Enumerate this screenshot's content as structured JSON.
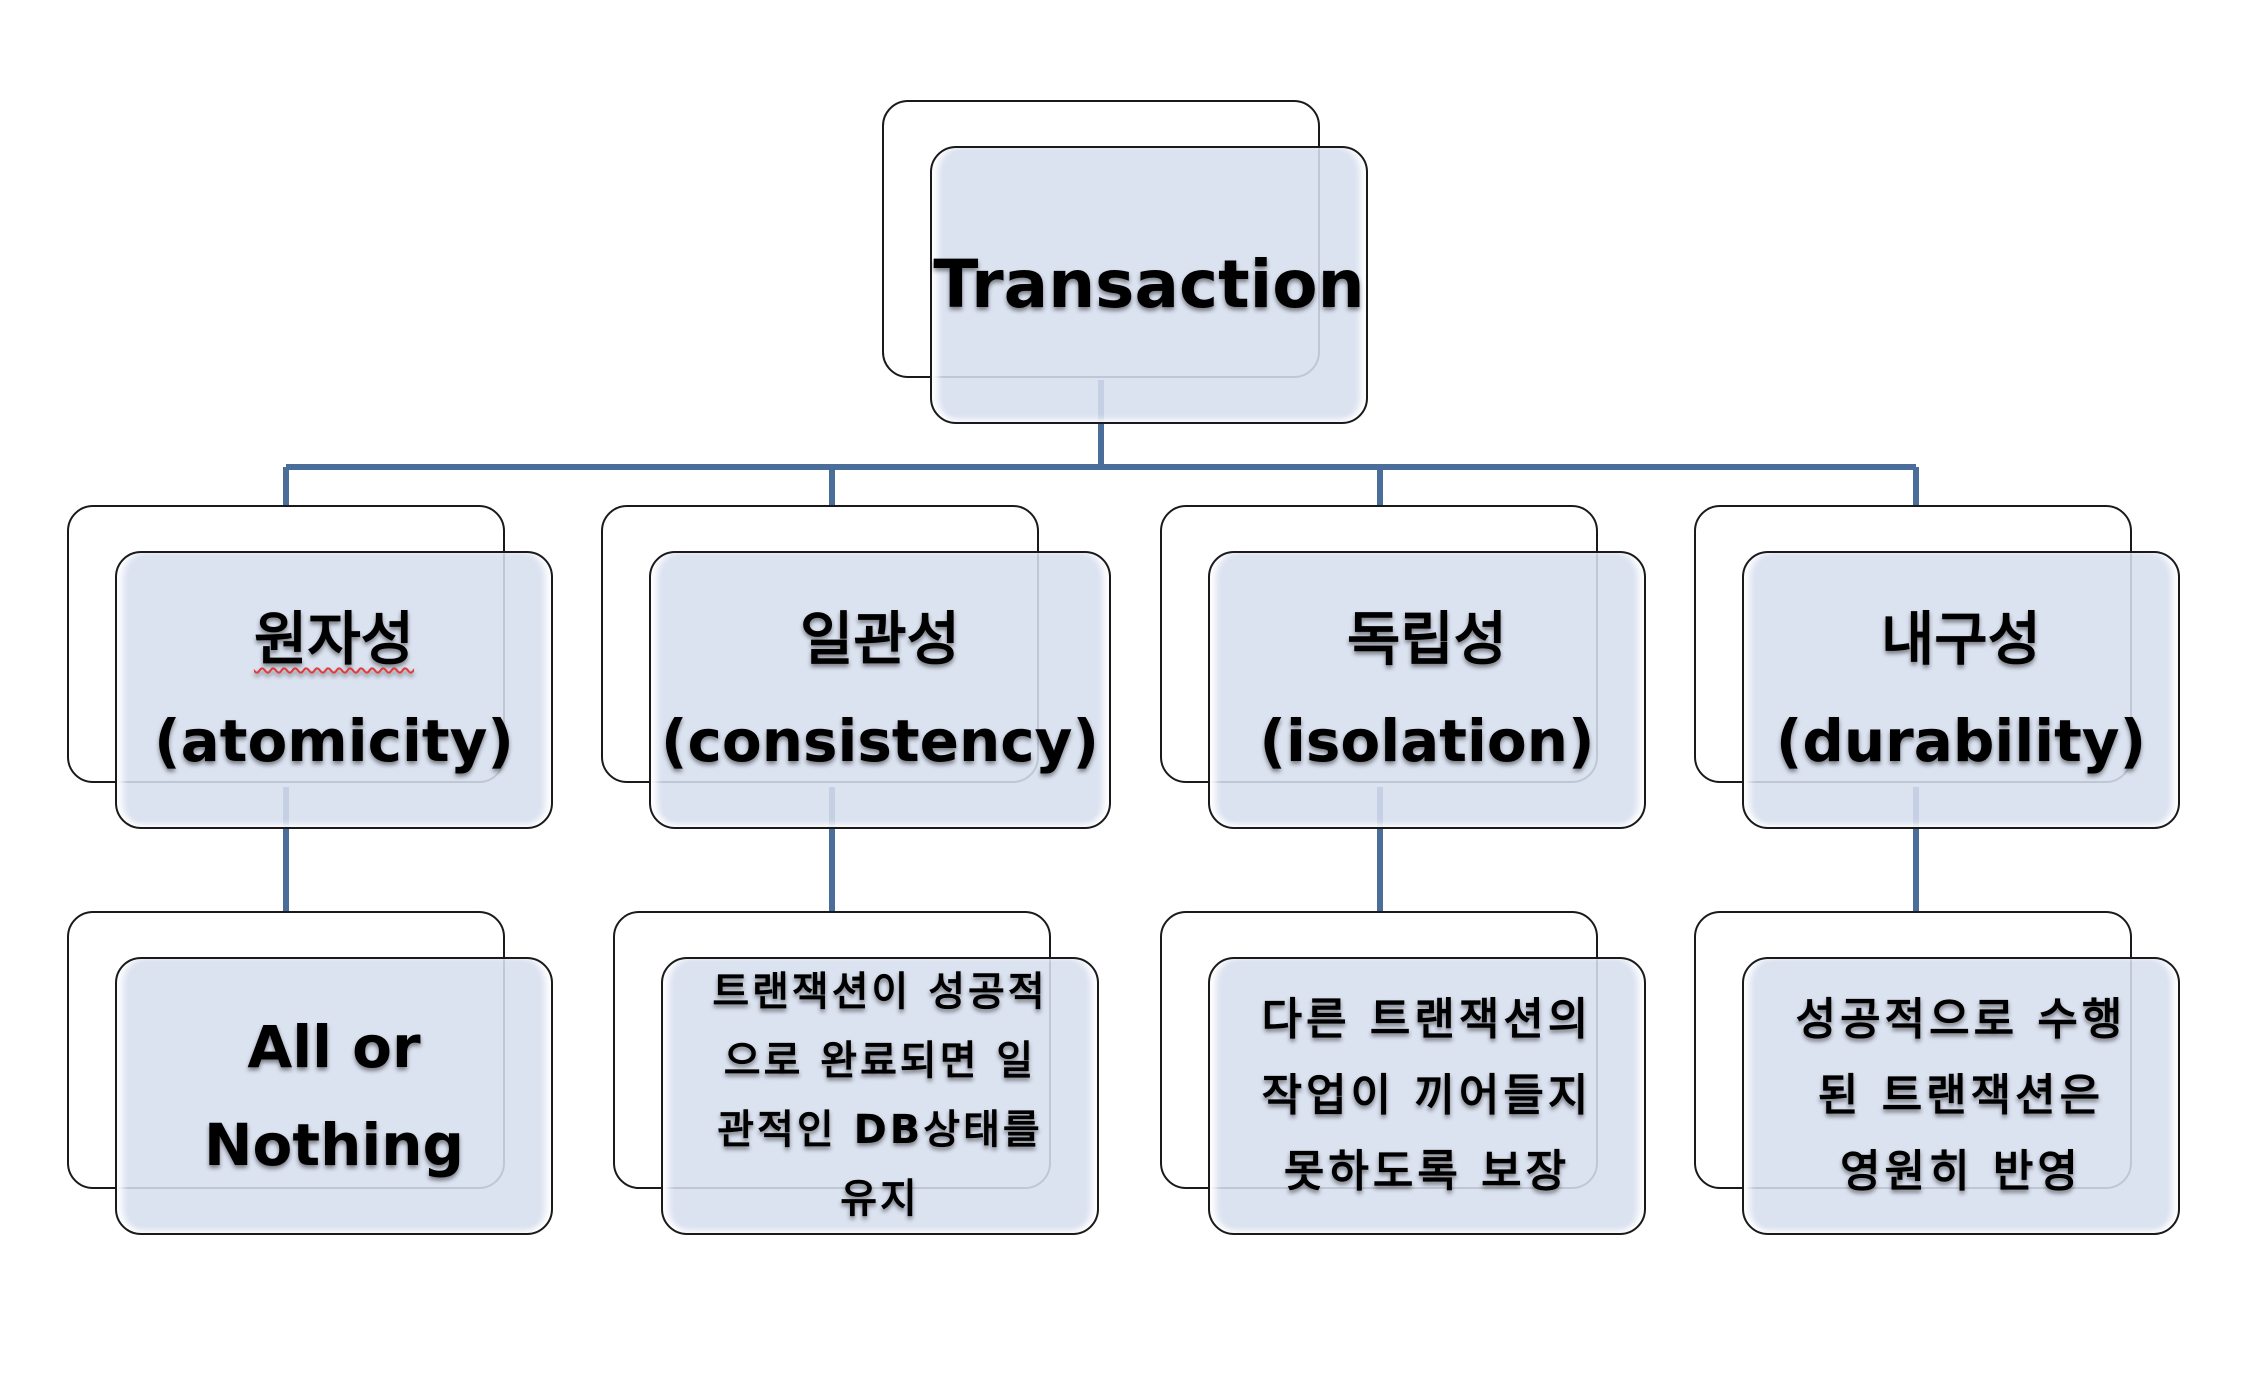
{
  "diagram": {
    "root": {
      "label": "Transaction"
    },
    "properties": [
      {
        "label": "원자성\n(atomicity)",
        "description": "All or\nNothing"
      },
      {
        "label": "일관성\n(consistency)",
        "description": "트랜잭션이 성공적\n으로 완료되면 일\n관적인 DB상태를\n유지"
      },
      {
        "label": "독립성\n(isolation)",
        "description": "다른 트랜잭션의\n작업이 끼어들지\n못하도록 보장"
      },
      {
        "label": "내구성\n(durability)",
        "description": "성공적으로 수행\n된 트랜잭션은\n영원히 반영"
      }
    ],
    "colors": {
      "connector": "#4a6d9a",
      "box_fill": "#d6deee",
      "border": "#1a1a1a"
    }
  }
}
